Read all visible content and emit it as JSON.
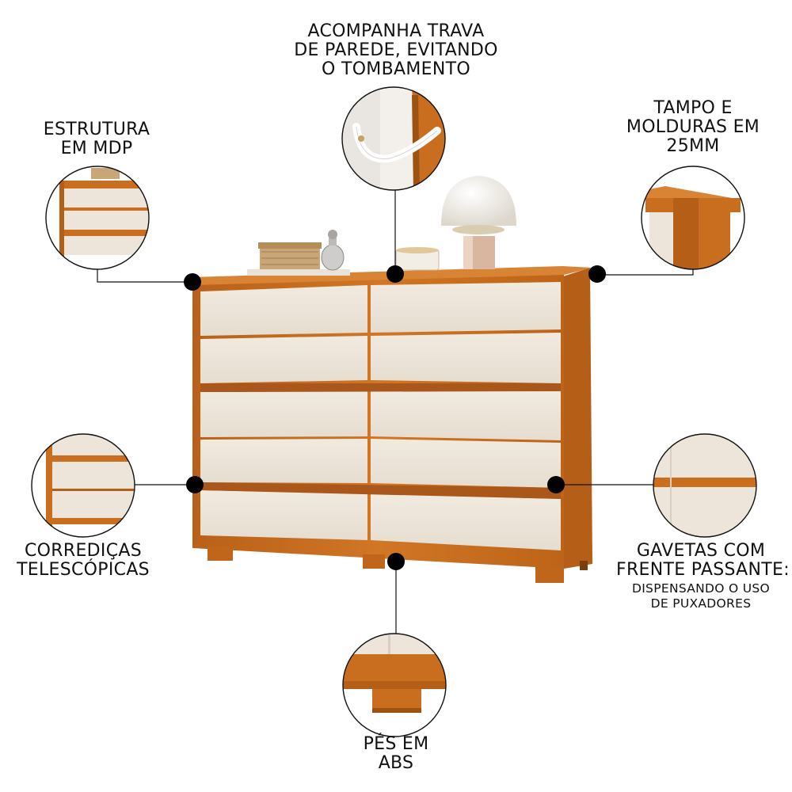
{
  "callouts": {
    "trava": {
      "lines": [
        "ACOMPANHA TRAVA",
        "DE PAREDE, EVITANDO",
        "O TOMBAMENTO"
      ]
    },
    "estrutura": {
      "lines": [
        "ESTRUTURA",
        "EM MDP"
      ]
    },
    "tampo": {
      "lines": [
        "TAMPO E",
        "MOLDURAS EM",
        "25MM"
      ]
    },
    "corredicas": {
      "lines": [
        "CORREDIÇAS",
        "TELESCÓPICAS"
      ]
    },
    "gavetas": {
      "lines": [
        "GAVETAS COM",
        "FRENTE PASSANTE:"
      ],
      "sub_lines": [
        "DISPENSANDO O USO",
        "DE PUXADORES"
      ]
    },
    "pes": {
      "lines": [
        "PÉS EM",
        "ABS"
      ]
    }
  },
  "product": {
    "drawer_columns": 2,
    "drawer_rows": 5
  },
  "colors": {
    "wood": "#c96d1f",
    "wood_dark": "#9c5212",
    "drawer_front": "#ede5d9",
    "line": "#111111",
    "dot": "#000000",
    "background": "#ffffff"
  },
  "icons": {
    "lamp": "table-lamp-icon",
    "box": "wicker-box-icon",
    "perfume": "perfume-bottle-icon",
    "candle": "candle-icon"
  }
}
